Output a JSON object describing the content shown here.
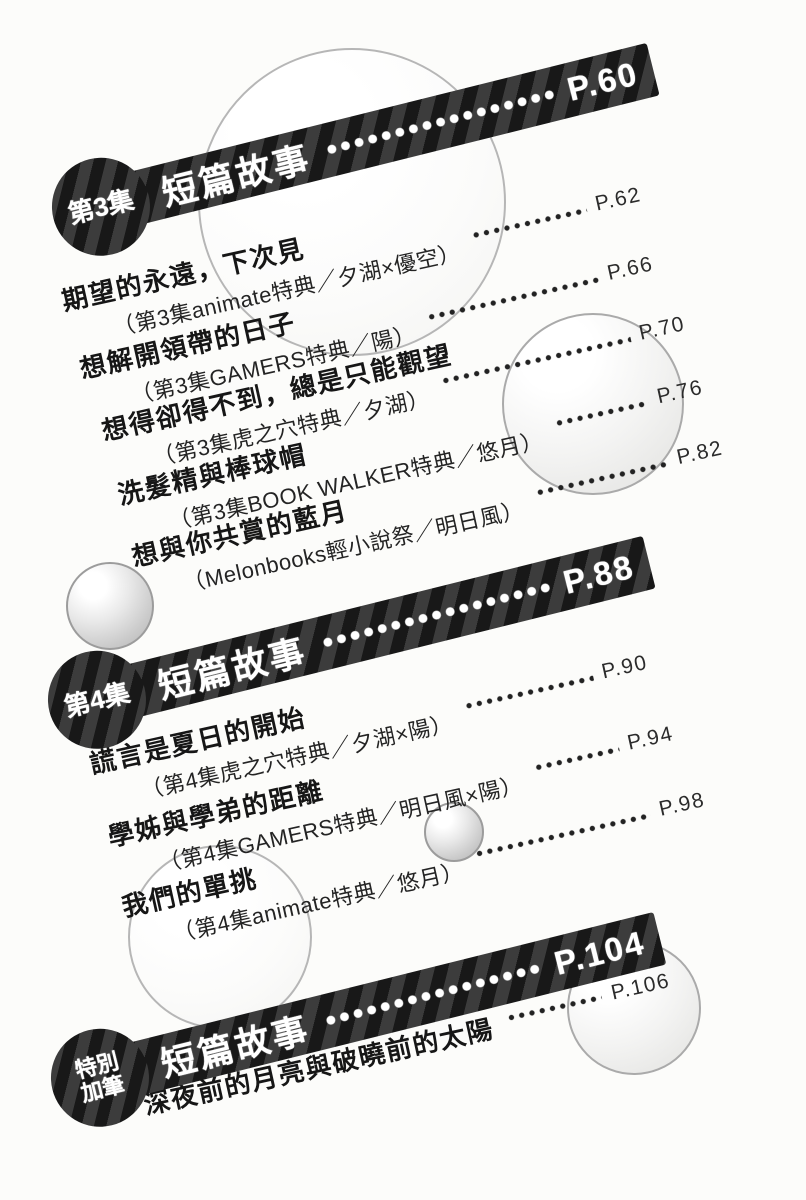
{
  "colors": {
    "background": "#fcfcfa",
    "band_black": "#181818",
    "band_stripe_gray": "#3c3c3c",
    "band_text_white": "#ffffff",
    "ink": "#161616",
    "page_number": "#2b2b2b",
    "bubble_outline": "#b6b6b6",
    "bubble_gray": "#cbcbcb"
  },
  "sections": [
    {
      "badge_lines": [
        "第3集"
      ],
      "banner_label": "短篇故事",
      "banner_page": "P.60",
      "entries": [
        {
          "title": "期望的永遠，下次見",
          "subtitle": "（第3集animate特典／夕湖×優空）",
          "page": "P.62"
        },
        {
          "title": "想解開領帶的日子",
          "subtitle": "（第3集GAMERS特典／陽）",
          "page": "P.66"
        },
        {
          "title": "想得卻得不到，總是只能觀望",
          "subtitle": "（第3集虎之穴特典／夕湖）",
          "page": "P.70"
        },
        {
          "title": "洗髮精與棒球帽",
          "subtitle": "（第3集BOOK WALKER特典／悠月）",
          "page": "P.76"
        },
        {
          "title": "想與你共賞的藍月",
          "subtitle": "（Melonbooks輕小說祭／明日風）",
          "page": "P.82"
        }
      ]
    },
    {
      "badge_lines": [
        "第4集"
      ],
      "banner_label": "短篇故事",
      "banner_page": "P.88",
      "entries": [
        {
          "title": "謊言是夏日的開始",
          "subtitle": "（第4集虎之穴特典／夕湖×陽）",
          "page": "P.90"
        },
        {
          "title": "學姊與學弟的距離",
          "subtitle": "（第4集GAMERS特典／明日風×陽）",
          "page": "P.94"
        },
        {
          "title": "我們的單挑",
          "subtitle": "（第4集animate特典／悠月）",
          "page": "P.98"
        }
      ]
    },
    {
      "badge_lines": [
        "特別",
        "加筆"
      ],
      "banner_label": "短篇故事",
      "banner_page": "P.104",
      "entries": [
        {
          "title": "深夜前的月亮與破曉前的太陽",
          "subtitle": "",
          "page": "P.106"
        }
      ]
    }
  ]
}
